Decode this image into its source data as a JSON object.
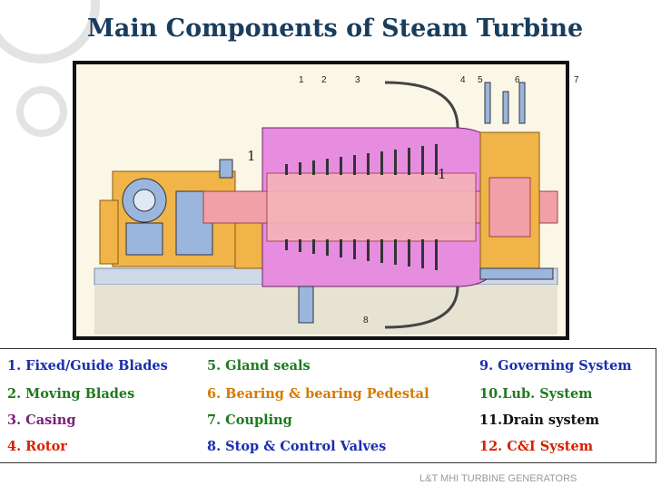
{
  "slide": {
    "title": "Main Components of Steam Turbine",
    "footer": "L&T MHI TURBINE GENERATORS"
  },
  "diagram": {
    "top_numbers": [
      "1",
      "2",
      "3",
      "4",
      "5",
      "6",
      "7"
    ],
    "bottom_number": "8",
    "leader_numbers": [
      "1",
      "1"
    ]
  },
  "legend": {
    "col1": [
      {
        "text": "1. Fixed/Guide Blades",
        "color": "#1a2eb0"
      },
      {
        "text": "2. Moving Blades",
        "color": "#1e7a1e"
      },
      {
        "text": "3. Casing",
        "color": "#7a1f7a"
      },
      {
        "text": "4. Rotor",
        "color": "#d62000"
      }
    ],
    "col2": [
      {
        "text": "5. Gland seals",
        "color": "#1e7a1e"
      },
      {
        "text": "6. Bearing & bearing Pedestal",
        "color": "#d67a00"
      },
      {
        "text": "7. Coupling",
        "color": "#1e7a1e"
      },
      {
        "text": "8. Stop & Control Valves",
        "color": "#1a2eb0"
      }
    ],
    "col3": [
      {
        "text": "9. Governing System",
        "color": "#1a2eb0"
      },
      {
        "text": "10.Lub. System",
        "color": "#1e7a1e"
      },
      {
        "text": "11.Drain system",
        "color": "#111111"
      },
      {
        "text": "12. C&I System",
        "color": "#d62000"
      }
    ]
  },
  "colors": {
    "title": "#183d5d",
    "casing": "#e68de0",
    "rotor": "#f2a0a8",
    "pedestal": "#f0b448",
    "support": "#9bb6dc"
  }
}
